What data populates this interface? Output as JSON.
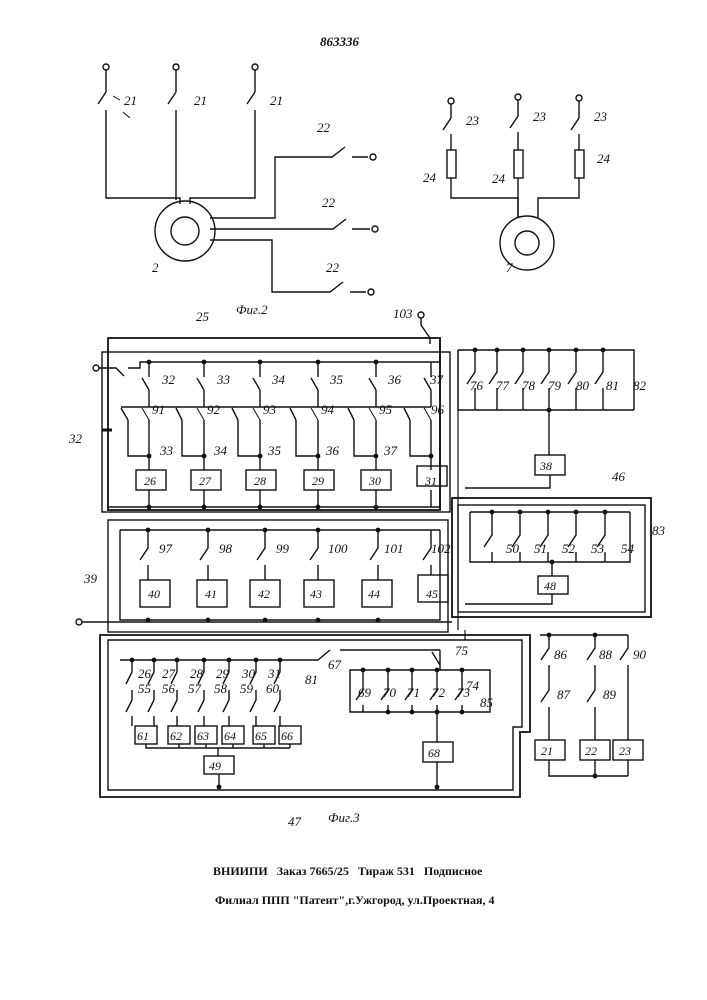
{
  "patent_number": "863336",
  "fig2_caption": "Фиг.2",
  "fig3_caption": "Фиг.3",
  "fig2_labels": {
    "switch_21": "21",
    "switch_22": "22",
    "switch_23": "23",
    "resistor_24": "24",
    "motor_2": "2",
    "motor_7": "7"
  },
  "fig3_labels": {
    "panel_25": "25",
    "switch_103": "103",
    "panel_39": "39",
    "panel_46": "46",
    "panel_47": "47",
    "ref_83": "83",
    "switch_67": "67",
    "switch_75": "75",
    "ref_81b": "81",
    "row1_top_contacts": [
      "32",
      "33",
      "34",
      "35",
      "36",
      "37"
    ],
    "row1_mid_contacts": [
      "91",
      "92",
      "93",
      "94",
      "95",
      "96"
    ],
    "row1_left_contact": "32",
    "row1_bottom_contacts": [
      "33",
      "34",
      "35",
      "36",
      "37"
    ],
    "row1_blocks": [
      "26",
      "27",
      "28",
      "29",
      "30",
      "31"
    ],
    "right_top_contacts": [
      "76",
      "77",
      "78",
      "79",
      "80",
      "81",
      "82"
    ],
    "block_38": "38",
    "panel46_contacts": [
      "50",
      "51",
      "52",
      "53",
      "54"
    ],
    "block_48": "48",
    "row2_contacts": [
      "97",
      "98",
      "99",
      "100",
      "101",
      "102"
    ],
    "row2_blocks": [
      "40",
      "41",
      "42",
      "43",
      "44",
      "45"
    ],
    "row3_upper_contacts": [
      "26",
      "27",
      "28",
      "29",
      "30",
      "31"
    ],
    "row3_lower_contacts": [
      "55",
      "56",
      "57",
      "58",
      "59",
      "60"
    ],
    "row3_blocks": [
      "61",
      "62",
      "63",
      "64",
      "65",
      "66"
    ],
    "block_49": "49",
    "mid_contacts": [
      "69",
      "70",
      "71",
      "72",
      "73",
      "74",
      "85"
    ],
    "block_68": "68",
    "right_bottom_top_contacts": [
      "86",
      "88",
      "90"
    ],
    "right_bottom_mid_contacts": [
      "87",
      "89"
    ],
    "right_bottom_blocks": [
      "21",
      "22",
      "23"
    ]
  },
  "footer": {
    "org": "ВНИИПИ",
    "order": "Заказ 7665/25",
    "circulation": "Тираж 531",
    "subscription": "Подписное",
    "branch": "Филиал ППП \"Патент\",г.Ужгород, ул.Проектная, 4"
  }
}
